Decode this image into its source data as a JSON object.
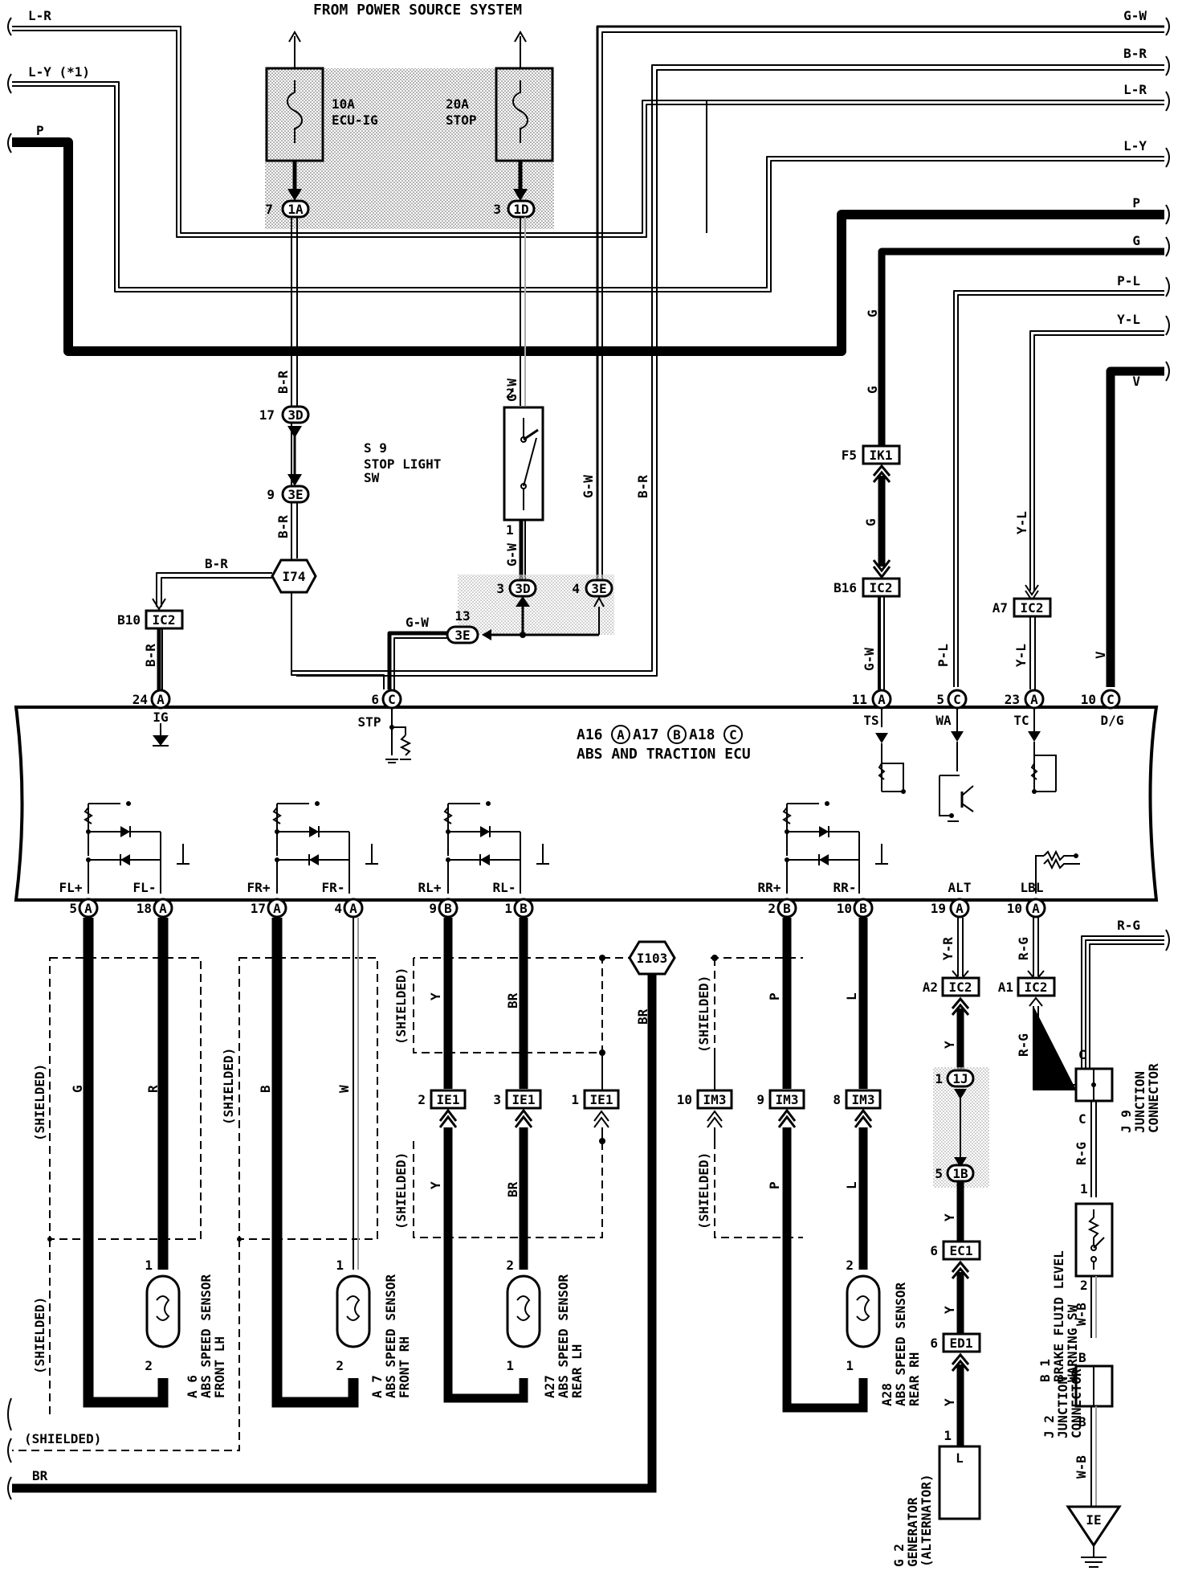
{
  "header": {
    "title": "FROM POWER SOURCE SYSTEM"
  },
  "fuses": [
    {
      "amps": "10A",
      "name": "ECU-IG",
      "connector": "1A",
      "pin": "7"
    },
    {
      "amps": "20A",
      "name": "STOP",
      "connector": "1D",
      "pin": "3"
    }
  ],
  "left_wires": [
    "L-R",
    "L-Y (*1)",
    "P"
  ],
  "right_wires": [
    "G-W",
    "B-R",
    "L-R",
    "L-Y",
    "P",
    "G",
    "P-L",
    "Y-L",
    "V"
  ],
  "stop_light_sw": {
    "id": "S 9",
    "name1": "STOP LIGHT",
    "name2": "SW",
    "pin_top": "2",
    "pin_bottom": "1"
  },
  "connectors": {
    "c3D_top": {
      "pin": "17",
      "code": "3D"
    },
    "c3E_a": {
      "pin": "9",
      "code": "3E"
    },
    "c3D_b": {
      "pin": "3",
      "code": "3D"
    },
    "c3E_b": {
      "pin": "4",
      "code": "3E"
    },
    "c3E_c": {
      "pin": "13",
      "code": "3E"
    },
    "i74": "I74",
    "b10": {
      "pin": "B10",
      "code": "IC2"
    },
    "f5": {
      "pin": "F5",
      "code": "IK1"
    },
    "b16": {
      "pin": "B16",
      "code": "IC2"
    },
    "a7": {
      "pin": "A7",
      "code": "IC2"
    },
    "i103": "I103",
    "a2": {
      "pin": "A2",
      "code": "IC2"
    },
    "a1": {
      "pin": "A1",
      "code": "IC2"
    },
    "ie1_2": {
      "pin": "2",
      "code": "IE1"
    },
    "ie1_3": {
      "pin": "3",
      "code": "IE1"
    },
    "ie1_1": {
      "pin": "1",
      "code": "IE1"
    },
    "im3_10": {
      "pin": "10",
      "code": "IM3"
    },
    "im3_9": {
      "pin": "9",
      "code": "IM3"
    },
    "im3_8": {
      "pin": "8",
      "code": "IM3"
    },
    "c1J": {
      "pin": "1",
      "code": "1J"
    },
    "c1B": {
      "pin": "5",
      "code": "1B"
    },
    "ec1": {
      "pin": "6",
      "code": "EC1"
    },
    "ed1": {
      "pin": "6",
      "code": "ED1"
    }
  },
  "wire_labels": {
    "b_r": "B-R",
    "g_w": "G-W",
    "g": "G",
    "y_l": "Y-L",
    "p_l": "P-L",
    "v": "V",
    "y_r": "Y-R",
    "r_g": "R-G",
    "y": "Y",
    "br": "BR",
    "p": "P",
    "l": "L",
    "r": "R",
    "b": "B",
    "w": "W",
    "w_b": "W-B",
    "c": "C",
    "shielded": "(SHIELDED)"
  },
  "ecu": {
    "title1": "A16",
    "title2": "A17",
    "title3": "A18",
    "sub": "ABS AND TRACTION ECU",
    "top_pins": [
      {
        "pin": "24",
        "conn": "A",
        "name": "IG"
      },
      {
        "pin": "6",
        "conn": "C",
        "name": "STP"
      },
      {
        "pin": "11",
        "conn": "A",
        "name": "TS"
      },
      {
        "pin": "5",
        "conn": "C",
        "name": "WA"
      },
      {
        "pin": "23",
        "conn": "A",
        "name": "TC"
      },
      {
        "pin": "10",
        "conn": "C",
        "name": "D/G"
      }
    ],
    "bottom_pins": [
      {
        "pin": "5",
        "conn": "A",
        "name": "FL+"
      },
      {
        "pin": "18",
        "conn": "A",
        "name": "FL-"
      },
      {
        "pin": "17",
        "conn": "A",
        "name": "FR+"
      },
      {
        "pin": "4",
        "conn": "A",
        "name": "FR-"
      },
      {
        "pin": "9",
        "conn": "B",
        "name": "RL+"
      },
      {
        "pin": "1",
        "conn": "B",
        "name": "RL-"
      },
      {
        "pin": "2",
        "conn": "B",
        "name": "RR+"
      },
      {
        "pin": "10",
        "conn": "B",
        "name": "RR-"
      },
      {
        "pin": "19",
        "conn": "A",
        "name": "ALT"
      },
      {
        "pin": "10",
        "conn": "A",
        "name": "LBL"
      }
    ]
  },
  "sensors": [
    {
      "id": "A 6",
      "line1": "ABS SPEED SENSOR",
      "line2": "FRONT LH",
      "pin_top": "1",
      "pin_bottom": "2"
    },
    {
      "id": "A 7",
      "line1": "ABS SPEED SENSOR",
      "line2": "FRONT RH",
      "pin_top": "1",
      "pin_bottom": "2"
    },
    {
      "id": "A27",
      "line1": "ABS SPEED SENSOR",
      "line2": "REAR LH",
      "pin_top": "2",
      "pin_bottom": "1"
    },
    {
      "id": "A28",
      "line1": "ABS SPEED SENSOR",
      "line2": "REAR RH",
      "pin_top": "2",
      "pin_bottom": "1"
    }
  ],
  "generator": {
    "id": "G 2",
    "line1": "GENERATOR",
    "line2": "(ALTERNATOR)",
    "pin": "1",
    "term": "L"
  },
  "brake_sw": {
    "id": "B 1",
    "line1": "BRAKE FLUID LEVEL",
    "line2": "WARNING SW",
    "pin_top": "1",
    "pin_bottom": "2"
  },
  "jc9": {
    "id": "J 9",
    "line1": "JUNCTION",
    "line2": "CONNECTOR"
  },
  "jc2": {
    "id": "J 2",
    "line1": "JUNCTION",
    "line2": "CONNECTOR"
  },
  "ground": "IE"
}
